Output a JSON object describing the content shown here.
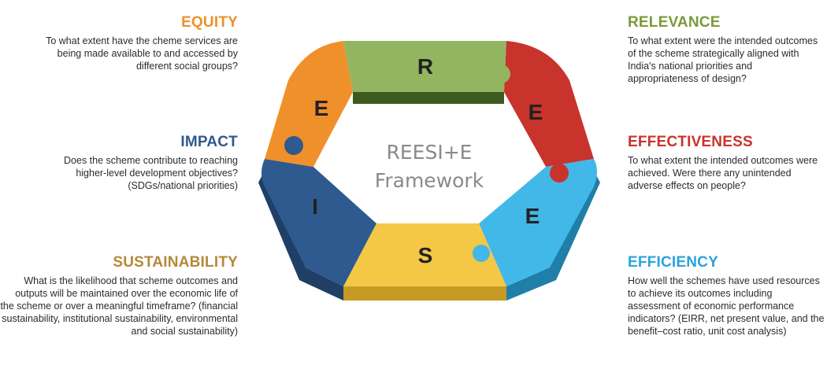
{
  "left": {
    "equity": {
      "title": "EQUITY",
      "text": "To what extent have the cheme services are being made available to and accessed by different social groups?"
    },
    "impact": {
      "title": "IMPACT",
      "text": "Does the scheme contribute to reaching higher-level development objectives? (SDGs/national priorities)"
    },
    "sustainability": {
      "title": "SUSTAINABILITY",
      "text": "What is the likelihood that scheme outcomes and outputs will be maintained over the economic life of the scheme or over a meaningful timeframe? (financial sustainability, institutional sustainability, environmental and social sustainability)"
    }
  },
  "right": {
    "relevance": {
      "title": "RELEVANCE",
      "text": "To what extent were the intended outcomes of the scheme strategically aligned with India's national priorities and appropriateness of design?"
    },
    "effectiveness": {
      "title": "EFFECTIVENESS",
      "text": "To what extent the intended outcomes were achieved. Were there any unintended adverse effects on people?"
    },
    "efficiency": {
      "title": "EFFICIENCY",
      "text": "How well the schemes have used resources to achieve its outcomes including assessment of economic performance indicators? (EIRR, net present value, and the benefit–cost ratio, unit cost analysis)"
    }
  },
  "diagram": {
    "center_line1": "REESI+E",
    "center_line2": "Framework",
    "segments": {
      "top": "R",
      "upper_right": "E",
      "lower_right": "E",
      "bottom": "S",
      "lower_left": "I",
      "upper_left": "E"
    }
  },
  "colors": {
    "equity": "#f0902a",
    "impact": "#2f5a8f",
    "sustainability": "#b5893b",
    "relevance": "#7a9a3a",
    "effectiveness": "#c8332b",
    "efficiency": "#2aa3dd",
    "seg_top": "#93b560",
    "seg_upper_right": "#c8332b",
    "seg_lower_right": "#41b8e8",
    "seg_bottom": "#f4c845",
    "seg_lower_left": "#2f5a8f",
    "seg_upper_left": "#f0902a"
  }
}
